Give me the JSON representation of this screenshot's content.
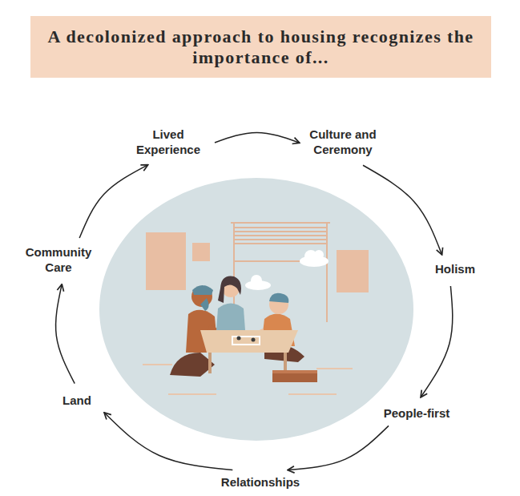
{
  "diagram": {
    "title": "A decolonized approach to housing recognizes the importance of...",
    "nodes": [
      {
        "text": [
          "Lived Experience"
        ]
      },
      {
        "text": [
          "Culture and Ceremony"
        ]
      },
      {
        "text": [
          "Holism"
        ]
      },
      {
        "text": [
          "People-first"
        ]
      },
      {
        "text": [
          "Relationships"
        ]
      },
      {
        "text": [
          "Land"
        ]
      },
      {
        "text": [
          "Community Care"
        ]
      }
    ],
    "edges": [
      {
        "from": 0,
        "to": 1,
        "arrow": "to"
      },
      {
        "from": 1,
        "to": 2,
        "arrow": "to"
      },
      {
        "from": 2,
        "to": 3,
        "arrow": "to"
      },
      {
        "from": 3,
        "to": 4,
        "arrow": "to"
      },
      {
        "from": 4,
        "to": 5,
        "arrow": "to"
      },
      {
        "from": 5,
        "to": 6,
        "arrow": "to"
      },
      {
        "from": 6,
        "to": 0,
        "arrow": "to"
      }
    ]
  }
}
